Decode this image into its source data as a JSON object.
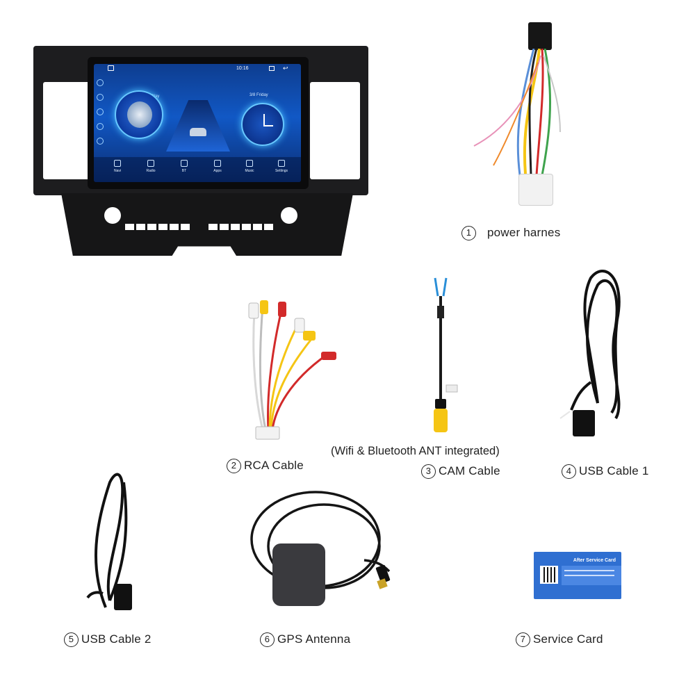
{
  "head_unit": {
    "status_time": "10:16",
    "music_label": "Click To Play",
    "date_label": "3/8 Friday",
    "dock": [
      {
        "label": "Navi"
      },
      {
        "label": "Radio"
      },
      {
        "label": "BT"
      },
      {
        "label": "Apps"
      },
      {
        "label": "Music"
      },
      {
        "label": "Settings"
      }
    ]
  },
  "items": [
    {
      "number": "1",
      "label": "power harnes"
    },
    {
      "number": "2",
      "label": "RCA Cable"
    },
    {
      "number": "3",
      "label": "CAM Cable"
    },
    {
      "number": "4",
      "label": "USB Cable 1"
    },
    {
      "number": "5",
      "label": "USB Cable 2"
    },
    {
      "number": "6",
      "label": "GPS Antenna"
    },
    {
      "number": "7",
      "label": "Service Card"
    }
  ],
  "cam_note": "(Wifi & Bluetooth ANT integrated)",
  "service_card": {
    "title": "After Service Card"
  },
  "colors": {
    "screen_blue": "#1158c5",
    "card_blue": "#2f6fd1",
    "wire_yellow": "#f5c514",
    "wire_red": "#d22a2a"
  }
}
